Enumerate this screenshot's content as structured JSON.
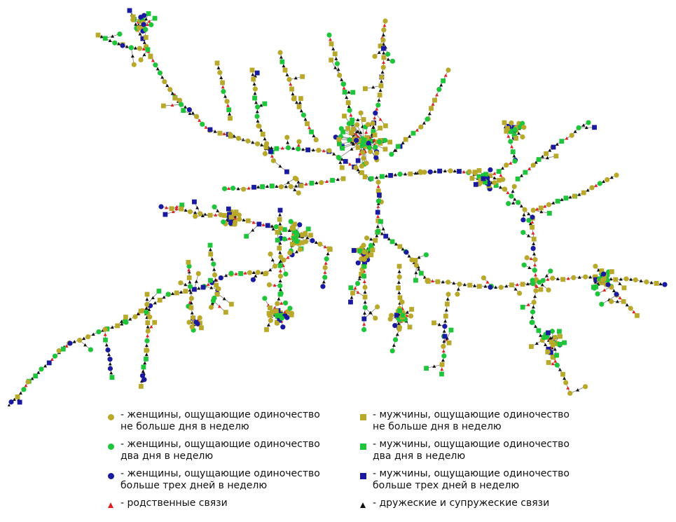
{
  "colors": {
    "level_low": "#b8a92a",
    "level_mid": "#1ec43a",
    "level_high": "#1a1aa0",
    "kin_edge": "#e02020",
    "friend_edge": "#111111",
    "edge_line": "#7a7a7a"
  },
  "legend": {
    "items": [
      {
        "shape": "circle",
        "level": "low",
        "label": "- женщины, ощущающие одиночество\nне больше дня в неделю"
      },
      {
        "shape": "square",
        "level": "low",
        "label": "- мужчины, ощущающие одиночество\nне больше дня в неделю"
      },
      {
        "shape": "circle",
        "level": "mid",
        "label": "- женщины, ощущающие одиночество\nдва дня в неделю"
      },
      {
        "shape": "square",
        "level": "mid",
        "label": "- мужчины, ощущающие одиночество\nдва дня в неделю"
      },
      {
        "shape": "circle",
        "level": "high",
        "label": "- женщины, ощущающие одиночество\nбольше трех дней в неделю"
      },
      {
        "shape": "square",
        "level": "high",
        "label": "- мужчины, ощущающие одиночество\nбольше трех дней в неделю"
      },
      {
        "shape": "arrow",
        "level": "kin",
        "label": "- родственные связи"
      },
      {
        "shape": "arrow",
        "level": "friend",
        "label": "- дружеские и супружеские связи"
      }
    ]
  }
}
